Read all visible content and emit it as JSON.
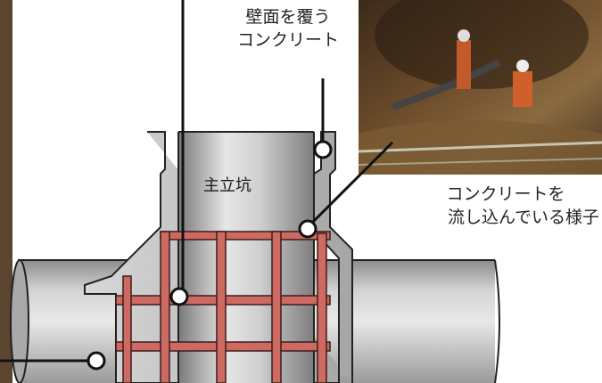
{
  "labels": {
    "wall_concrete_line1": "壁面を覆う",
    "wall_concrete_line2": "コンクリート",
    "main_shaft": "主立坑",
    "pouring_line1": "コンクリートを",
    "pouring_line2": "流し込んでいる様子"
  },
  "colors": {
    "rebar": "#cf6a63",
    "rebar_outline": "#3a1d1b",
    "concrete": "#b8b8b8",
    "outline": "#222222",
    "leader": "#111111"
  },
  "photo": {
    "description_icon": "construction-workers-photo"
  }
}
